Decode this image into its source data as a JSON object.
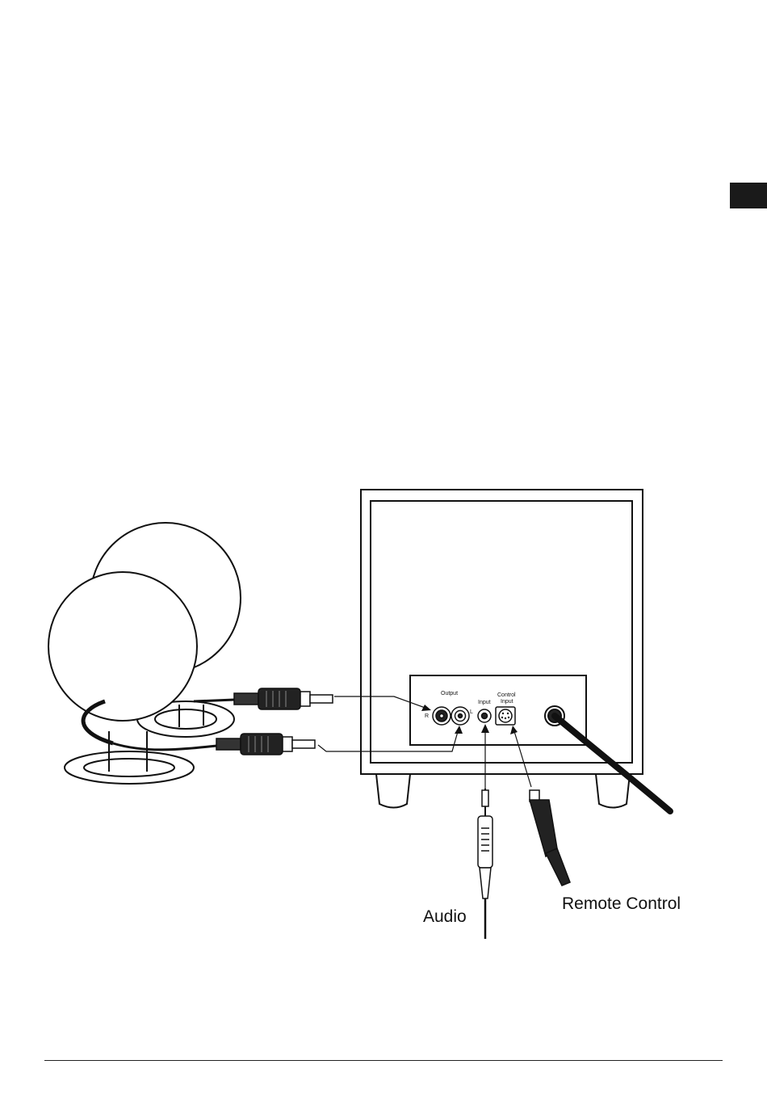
{
  "panel": {
    "output_label": "Output",
    "input_label": "Input",
    "control_input_line1": "Control",
    "control_input_line2": "Input",
    "r_label": "R",
    "l_label": "L"
  },
  "callouts": {
    "audio": "Audio",
    "remote_control": "Remote Control"
  },
  "colors": {
    "line": "#111111",
    "tab": "#1a1a1a"
  }
}
